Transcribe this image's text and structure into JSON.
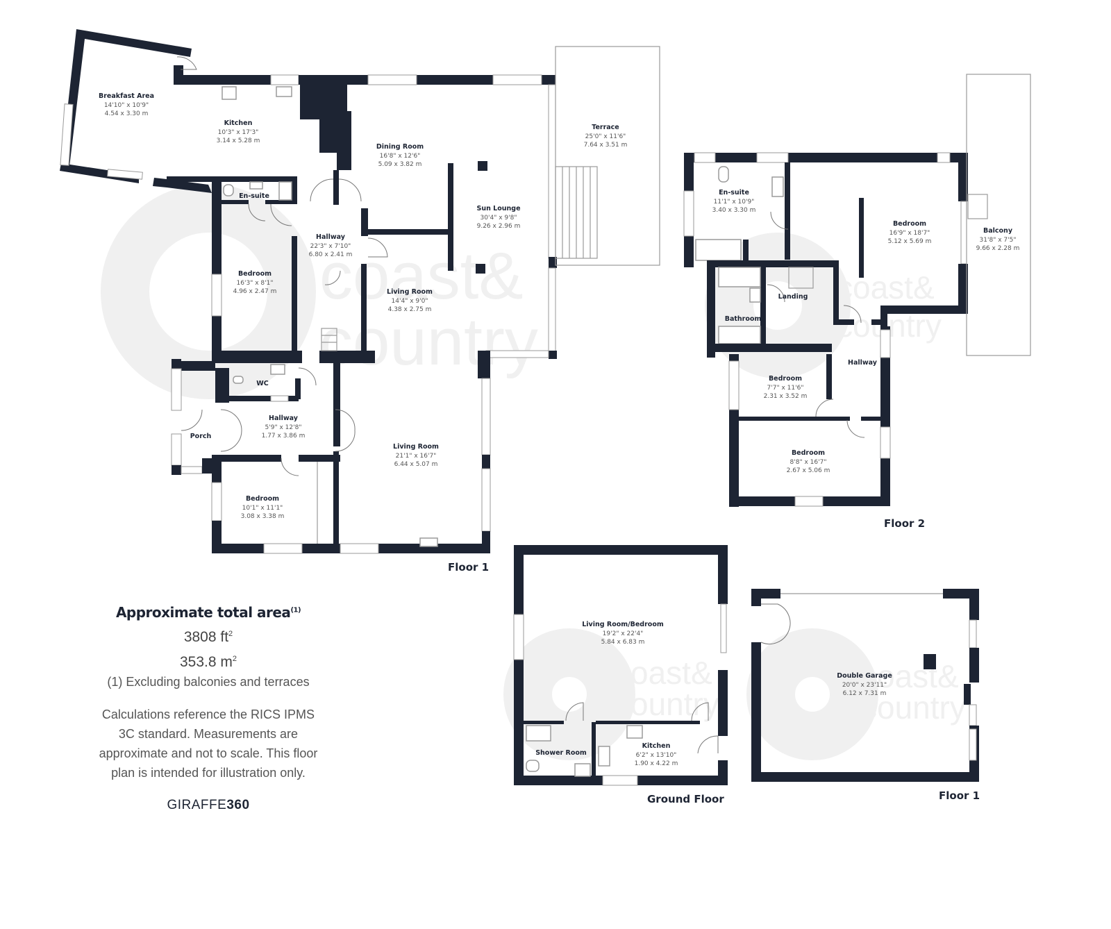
{
  "colors": {
    "wall": "#1d2433",
    "text_dark": "#1d2433",
    "text_dim": "#555555",
    "watermark": "#f0f0f0"
  },
  "watermark": {
    "line1": "coast&",
    "line2": "country"
  },
  "floor_labels": {
    "main_floor1": "Floor 1",
    "floor2": "Floor 2",
    "ground_floor": "Ground Floor",
    "garage_floor1": "Floor 1"
  },
  "rooms": {
    "breakfast_area": {
      "name": "Breakfast Area",
      "imperial": "14'10\" x 10'9\"",
      "metric": "4.54 x 3.30 m"
    },
    "kitchen": {
      "name": "Kitchen",
      "imperial": "10'3\" x 17'3\"",
      "metric": "3.14 x 5.28 m"
    },
    "dining_room": {
      "name": "Dining Room",
      "imperial": "16'8\" x 12'6\"",
      "metric": "5.09 x 3.82 m"
    },
    "terrace": {
      "name": "Terrace",
      "imperial": "25'0\" x 11'6\"",
      "metric": "7.64 x 3.51 m"
    },
    "sun_lounge": {
      "name": "Sun Lounge",
      "imperial": "30'4\" x 9'8\"",
      "metric": "9.26 x 2.96 m"
    },
    "ensuite_f1": {
      "name": "En-suite"
    },
    "hallway_main": {
      "name": "Hallway",
      "imperial": "22'3\" x 7'10\"",
      "metric": "6.80 x 2.41 m"
    },
    "bedroom_f1_a": {
      "name": "Bedroom",
      "imperial": "16'3\" x 8'1\"",
      "metric": "4.96 x 2.47 m"
    },
    "living_room_small": {
      "name": "Living Room",
      "imperial": "14'4\" x 9'0\"",
      "metric": "4.38 x 2.75 m"
    },
    "wc": {
      "name": "WC"
    },
    "hallway_entry": {
      "name": "Hallway",
      "imperial": "5'9\" x 12'8\"",
      "metric": "1.77 x 3.86 m"
    },
    "porch": {
      "name": "Porch"
    },
    "living_room_large": {
      "name": "Living Room",
      "imperial": "21'1\" x 16'7\"",
      "metric": "6.44 x 5.07 m"
    },
    "bedroom_f1_b": {
      "name": "Bedroom",
      "imperial": "10'1\" x 11'1\"",
      "metric": "3.08 x 3.38 m"
    },
    "ensuite_f2": {
      "name": "En-suite",
      "imperial": "11'1\" x 10'9\"",
      "metric": "3.40 x 3.30 m"
    },
    "bedroom_f2_master": {
      "name": "Bedroom",
      "imperial": "16'9\" x 18'7\"",
      "metric": "5.12 x 5.69 m"
    },
    "balcony": {
      "name": "Balcony",
      "imperial": "31'8\" x 7'5\"",
      "metric": "9.66 x 2.28 m"
    },
    "landing": {
      "name": "Landing"
    },
    "bathroom": {
      "name": "Bathroom"
    },
    "hallway_f2": {
      "name": "Hallway"
    },
    "bedroom_f2_small": {
      "name": "Bedroom",
      "imperial": "7'7\" x 11'6\"",
      "metric": "2.31 x 3.52 m"
    },
    "bedroom_f2_b": {
      "name": "Bedroom",
      "imperial": "8'8\" x 16'7\"",
      "metric": "2.67 x 5.06 m"
    },
    "living_room_bedroom": {
      "name": "Living Room/Bedroom",
      "imperial": "19'2\" x 22'4\"",
      "metric": "5.84 x 6.83 m"
    },
    "shower_room": {
      "name": "Shower Room"
    },
    "kitchen_gf": {
      "name": "Kitchen",
      "imperial": "6'2\" x 13'10\"",
      "metric": "1.90 x 4.22 m"
    },
    "double_garage": {
      "name": "Double Garage",
      "imperial": "20'0\" x 23'11\"",
      "metric": "6.12 x 7.31 m"
    }
  },
  "summary": {
    "title": "Approximate total area",
    "title_footnote": "(1)",
    "area_ft": "3808 ft",
    "area_m": "353.8 m",
    "superscript": "2",
    "note": "(1) Excluding balconies and terraces",
    "disclaimer": "Calculations reference the RICS IPMS 3C standard. Measurements are approximate and not to scale. This floor plan is intended for illustration only.",
    "brand_light": "GIRAFFE",
    "brand_bold": "360"
  }
}
